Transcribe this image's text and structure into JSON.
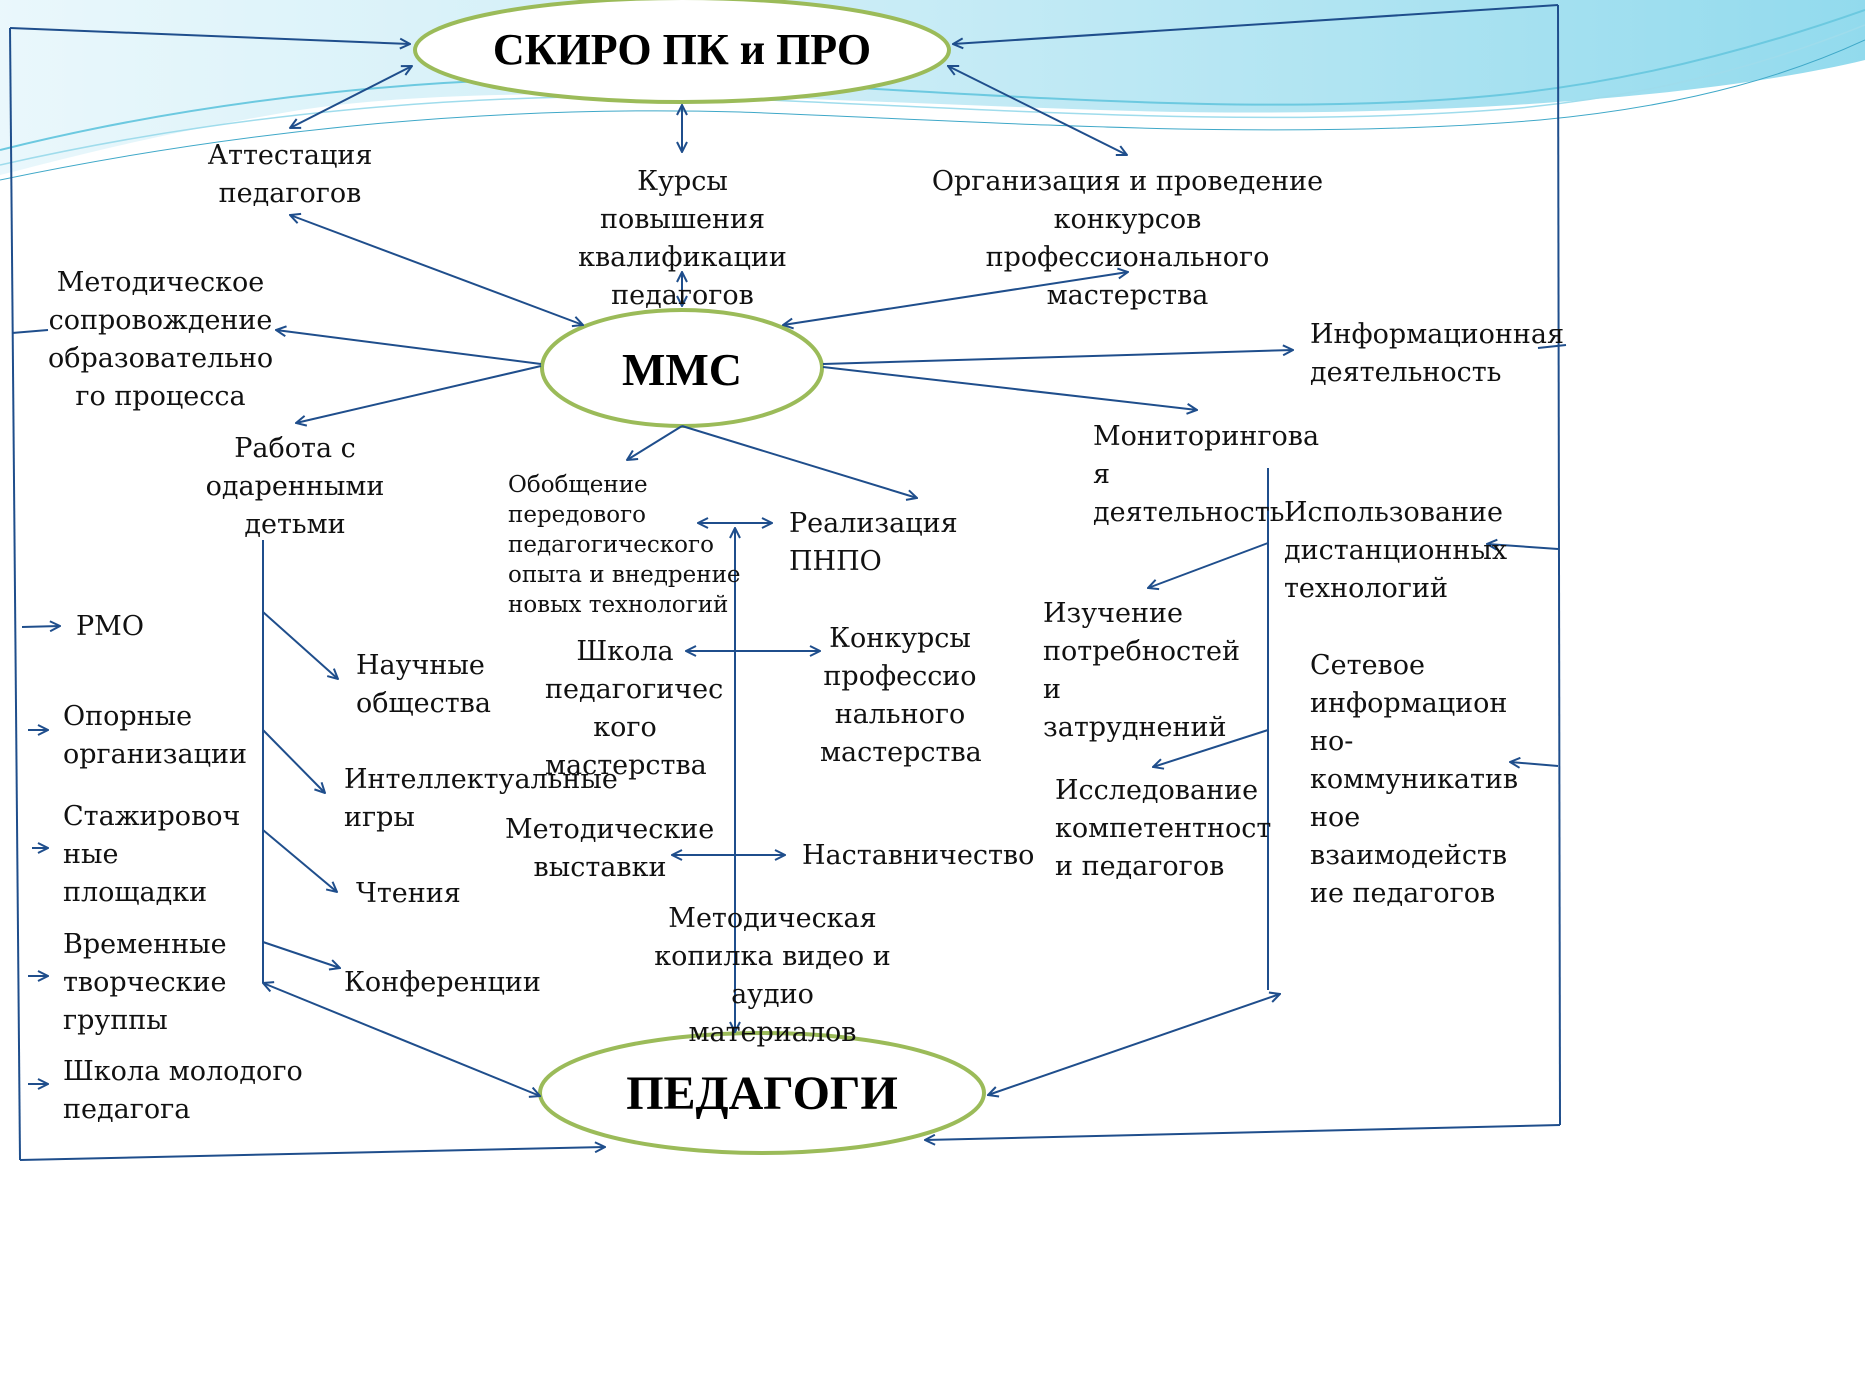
{
  "nodes": {
    "skiro": "СКИРО ПК и ПРО",
    "mms": "ММС",
    "pedagogi": "ПЕДАГОГИ"
  },
  "labels": {
    "attestation": "Аттестация\nпедагогов",
    "courses": "Курсы повышения\nквалификации\nпедагогов",
    "contests_org": "Организация и проведение\nконкурсов профессионального\nмастерства",
    "method_support": "Методическое\nсопровождение\nобразовательно\nго процесса",
    "info_activity": "Информационная\nдеятельность",
    "gifted": "Работа с\nодаренными\nдетьми",
    "monitoring": "Мониторингова\nя деятельность",
    "generalization": "Обобщение\nпередового\nпедагогического\nопыта и внедрение\nновых технологий",
    "pnpo": "Реализация ПНПО",
    "distance": "Использование\nдистанционных\nтехнологий",
    "rmo": "РМО",
    "scientific": "Научные\nобщества",
    "school_mastery": "Школа\nпедагогичес\nкого\nмастерства",
    "contests_prof": "Конкурсы\nпрофессио\nнального\nмастерства",
    "needs": "Изучение\nпотребностей и\nзатруднений",
    "network": "Сетевое\nинформацион\nно-\nкоммуникатив\nное\nвзаимодейств\nие педагогов",
    "support_orgs": "Опорные\nорганизации",
    "intellectual": "Интеллектуальные\nигры",
    "competence": "Исследование\nкомпетентност\nи педагогов",
    "internship": "Стажировоч\nные\nплощадки",
    "exhibitions": "Методические\nвыставки",
    "mentoring": "Наставничество",
    "readings": "Чтения",
    "temp_groups": "Временные\nтворческие\nгруппы",
    "media": "Методическая\nкопилка видео и\nаудио материалов",
    "conferences": "Конференции",
    "young_teacher": "Школа молодого\nпедагога"
  },
  "colors": {
    "arrow": "#1f4e8c",
    "ellipse_border": "#9bbb59",
    "wave_light": "#bfe8f3",
    "wave_mid": "#7fd0e6"
  }
}
